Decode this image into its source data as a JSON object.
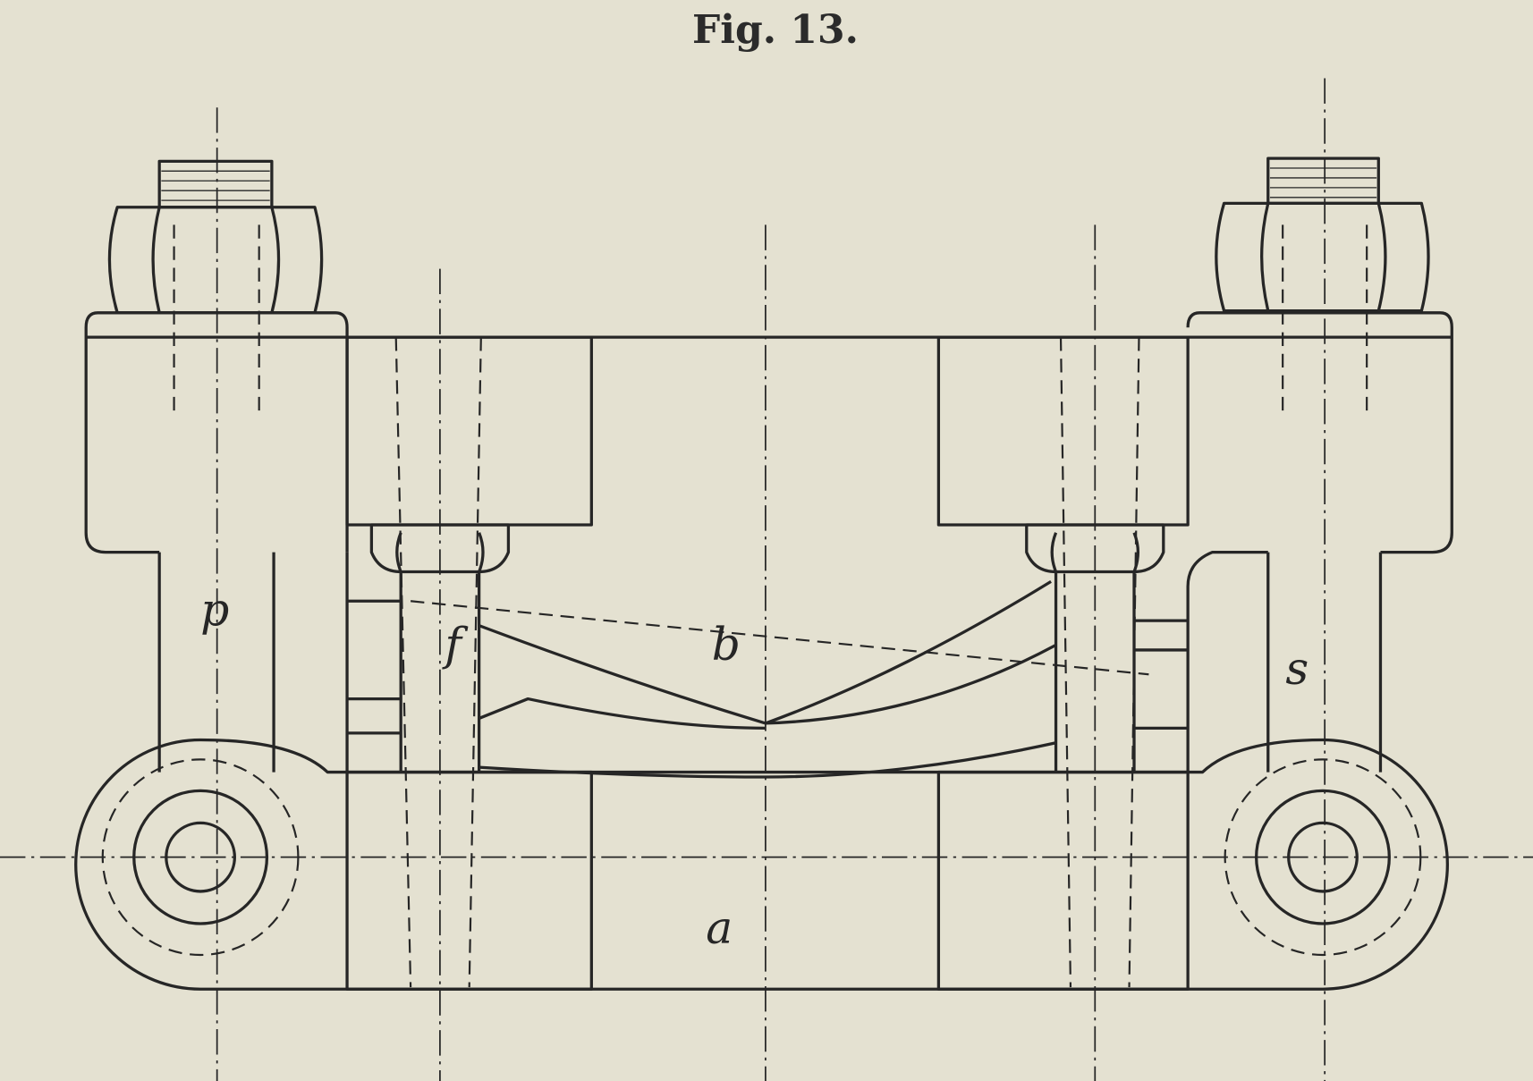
{
  "figure": {
    "title": "Fig. 13."
  },
  "labels": {
    "p": "p",
    "f": "f",
    "b": "b",
    "s": "s",
    "a": "a"
  },
  "colors": {
    "paper": "#e4e1d1",
    "ink": "#262626"
  }
}
